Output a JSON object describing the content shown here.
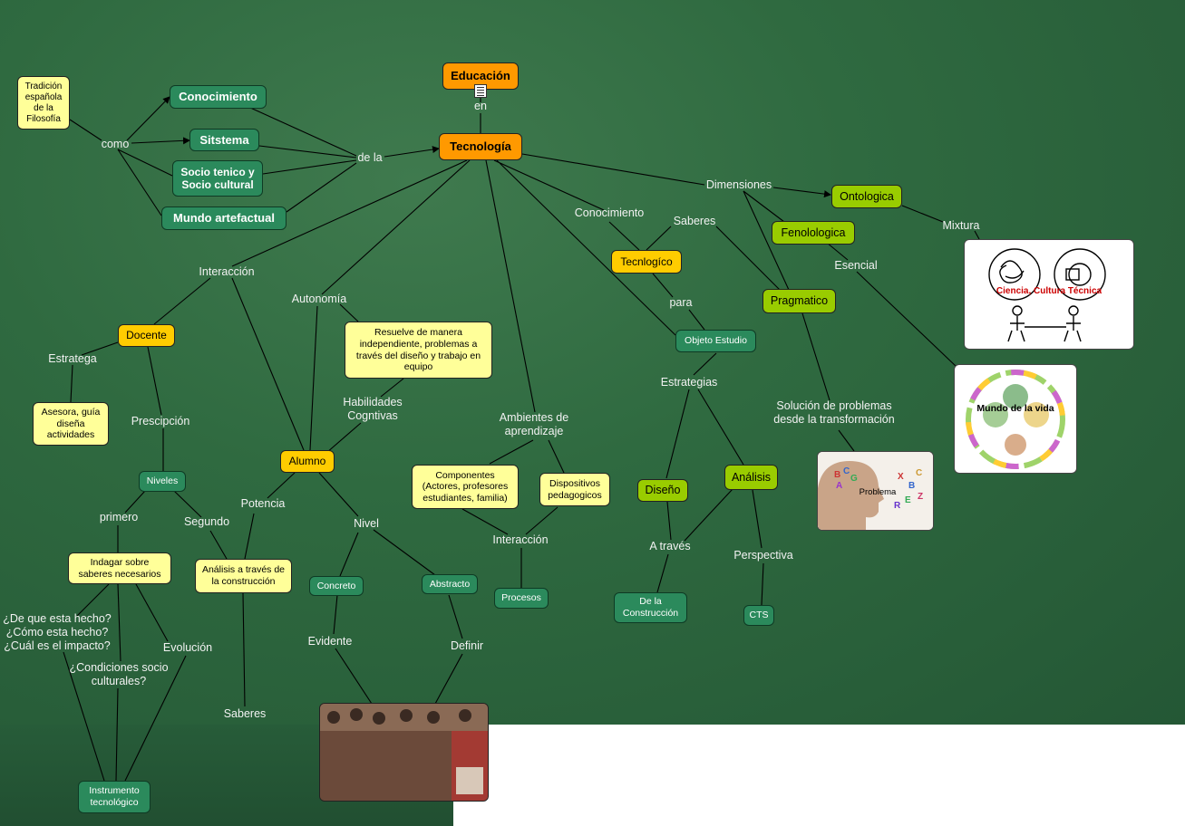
{
  "nodes": {
    "educacion": "Educación",
    "tecnologia": "Tecnología",
    "tradicion": "Tradición española de la Filosofía",
    "conocimiento": "Conocimiento",
    "sitstema": "Sitstema",
    "socio": "Socio tenico y Socio cultural",
    "mundo_artefactual": "Mundo artefactual",
    "docente": "Docente",
    "asesora": "Asesora, guía diseña actividades",
    "niveles": "Niveles",
    "indagar": "Indagar sobre saberes necesarios",
    "analisis_construccion": "Análisis a través de la construcción",
    "instrumento": "Instrumento tecnológico",
    "alumno": "Alumno",
    "resuelve": "Resuelve de manera independiente, problemas a través del diseño y trabajo en equipo",
    "concreto": "Concreto",
    "abstracto": "Abstracto",
    "componentes": "Componentes (Actores, profesores estudiantes, familia)",
    "dispositivos": "Dispositivos pedagogicos",
    "procesos": "Procesos",
    "tecnlogico": "Tecnlogíco",
    "objeto_estudio": "Objeto Estudio",
    "diseno": "Diseño",
    "analisis": "Análisis",
    "de_la_construccion": "De la Construcción",
    "cts": "CTS",
    "ontologica": "Ontologica",
    "fenolologica": "Fenolologica",
    "pragmatico": "Pragmatico"
  },
  "labels": {
    "en": "en",
    "como": "como",
    "de_la": "de la",
    "interaccion": "Interacción",
    "autonomia": "Autonomía",
    "estratega": "Estratega",
    "prescipcion": "Prescipción",
    "primero": "primero",
    "segundo": "Segundo",
    "preguntas": "¿De que esta hecho? ¿Cómo esta hecho? ¿Cuál es el impacto?",
    "condiciones": "¿Condiciones socio culturales?",
    "evolucion": "Evolución",
    "saberes_bottom": "Saberes",
    "habilidades": "Habilidades Cogntivas",
    "potencia": "Potencia",
    "nivel": "Nivel",
    "evidente": "Evidente",
    "definir": "Definir",
    "ambientes": "Ambientes de aprendizaje",
    "interaccion2": "Interacción",
    "conocimiento_lbl": "Conocimiento",
    "saberes": "Saberes",
    "para": "para",
    "estrategias": "Estrategias",
    "a_traves": "A través",
    "perspectiva": "Perspectiva",
    "dimensiones": "Dimensiones",
    "mixtura": "Mixtura",
    "esencial": "Esencial",
    "solucion": "Solución de problemas desde la transformación"
  },
  "images": {
    "ciencia": "Ciencia, Cultura Técnica",
    "mundo_vida": "Mundo de la vida",
    "problema": "Problema"
  },
  "icons": {
    "attachment": "document-icon"
  },
  "colors": {
    "board": "#2f6a40",
    "orange": "#ff9900",
    "yellow": "#ffcc00",
    "pale_yellow": "#ffff99",
    "teal": "#2b8a5c",
    "lime": "#99cc00"
  }
}
